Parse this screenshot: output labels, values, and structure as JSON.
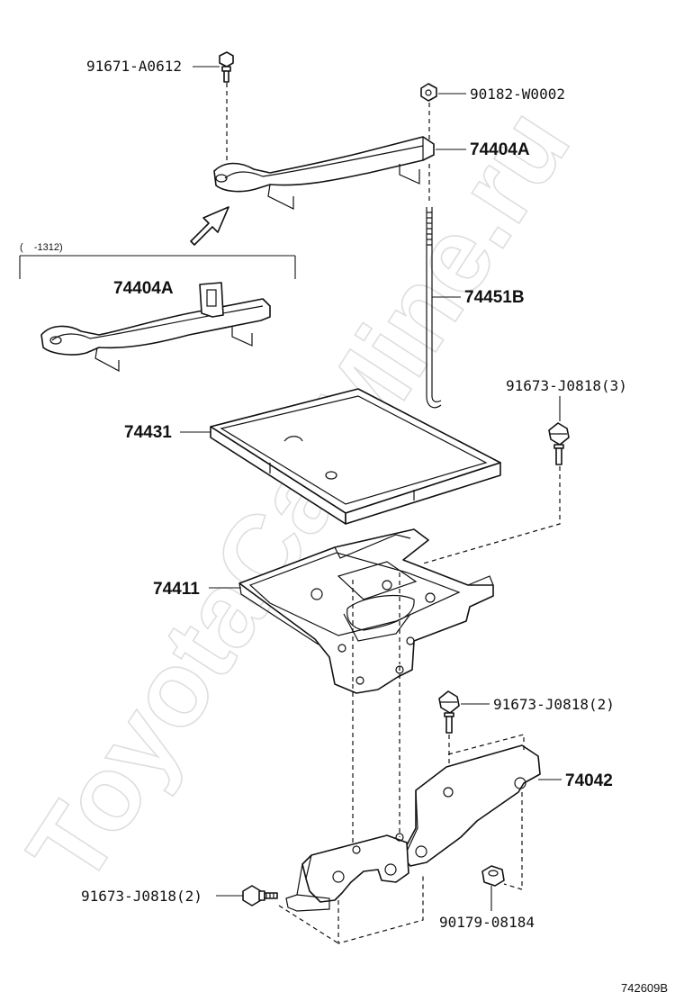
{
  "watermark": "ToyotaCarMine.ru",
  "diagram_ref": "742609B",
  "labels": {
    "p91671": "91671-A0612",
    "p90182": "90182-W0002",
    "p74404A_top": "74404A",
    "range_note": "(    -1312)",
    "p74404A_alt": "74404A",
    "p74451B": "74451B",
    "p91673_3": "91673-J0818(3)",
    "p74431": "74431",
    "p74411": "74411",
    "p91673_2_right": "91673-J0818(2)",
    "p74042": "74042",
    "p91673_2_left": "91673-J0818(2)",
    "p90179": "90179-08184"
  }
}
